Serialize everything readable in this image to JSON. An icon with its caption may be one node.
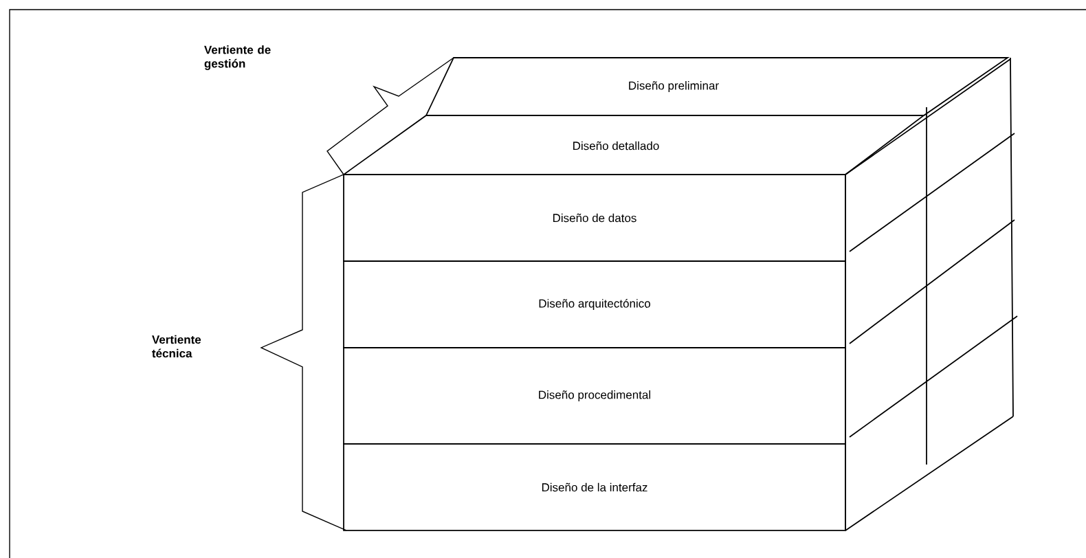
{
  "diagram": {
    "nodes": [
      {
        "text": [
          "Diseño preliminar"
        ]
      },
      {
        "text": [
          "Diseño detallado"
        ]
      },
      {
        "text": [
          "Diseño de datos"
        ]
      },
      {
        "text": [
          "Diseño arquitectónico"
        ]
      },
      {
        "text": [
          "Diseño procedimental"
        ]
      },
      {
        "text": [
          "Diseño de la interfaz"
        ]
      }
    ],
    "labels": [
      "Vertiente de gestión",
      "Vertiente técnica"
    ]
  }
}
